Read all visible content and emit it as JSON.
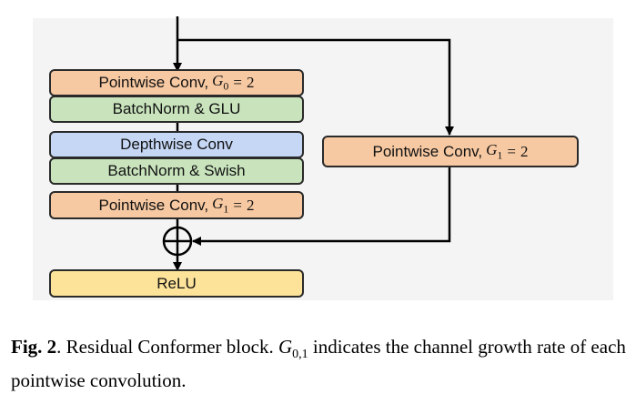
{
  "blocks": {
    "pw_conv_g0": {
      "label": "Pointwise Conv,",
      "sym": "G",
      "sub": "0",
      "eq": "=",
      "val": "2"
    },
    "batchnorm_glu": {
      "label": "BatchNorm & GLU"
    },
    "depthwise_conv": {
      "label": "Depthwise Conv"
    },
    "batchnorm_swish": {
      "label": "BatchNorm & Swish"
    },
    "pw_conv_g1": {
      "label": "Pointwise Conv,",
      "sym": "G",
      "sub": "1",
      "eq": "=",
      "val": "2"
    },
    "relu": {
      "label": "ReLU"
    },
    "residual_pw_conv_g1": {
      "label": "Pointwise Conv,",
      "sym": "G",
      "sub": "1",
      "eq": "=",
      "val": "2"
    }
  },
  "caption": {
    "fig_label": "Fig. 2",
    "text_1": ". Residual Conformer block. ",
    "sym": "G",
    "sub": "0,1",
    "text_2": " indicates the channel growth rate of each pointwise convolution."
  },
  "colors": {
    "orange": "#f7c9a2",
    "green": "#c9e4bd",
    "blue": "#c6d7f5",
    "yellow": "#fde39a"
  }
}
